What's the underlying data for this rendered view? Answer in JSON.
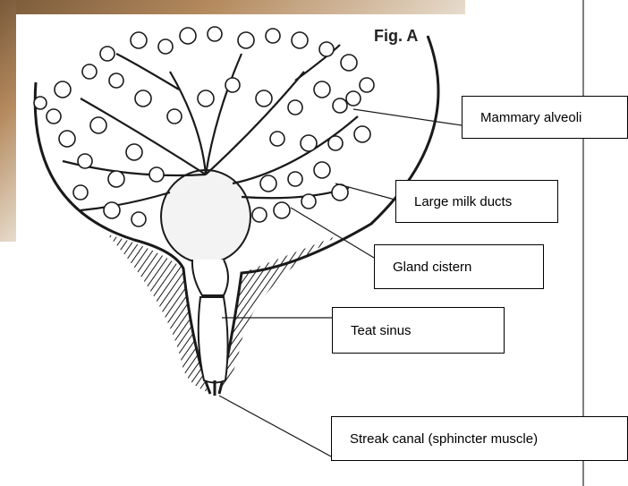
{
  "figure": {
    "title": "Fig. A",
    "labels": [
      {
        "id": "mammary-alveoli",
        "text": "Mammary alveoli"
      },
      {
        "id": "large-milk-ducts",
        "text": "Large milk ducts"
      },
      {
        "id": "gland-cistern",
        "text": "Gland cistern"
      },
      {
        "id": "teat-sinus",
        "text": "Teat sinus"
      },
      {
        "id": "streak-canal",
        "text": "Streak canal (sphincter muscle)"
      }
    ]
  },
  "colors": {
    "ink": "#1a1a1a",
    "background_photo": "#8b6a48"
  }
}
